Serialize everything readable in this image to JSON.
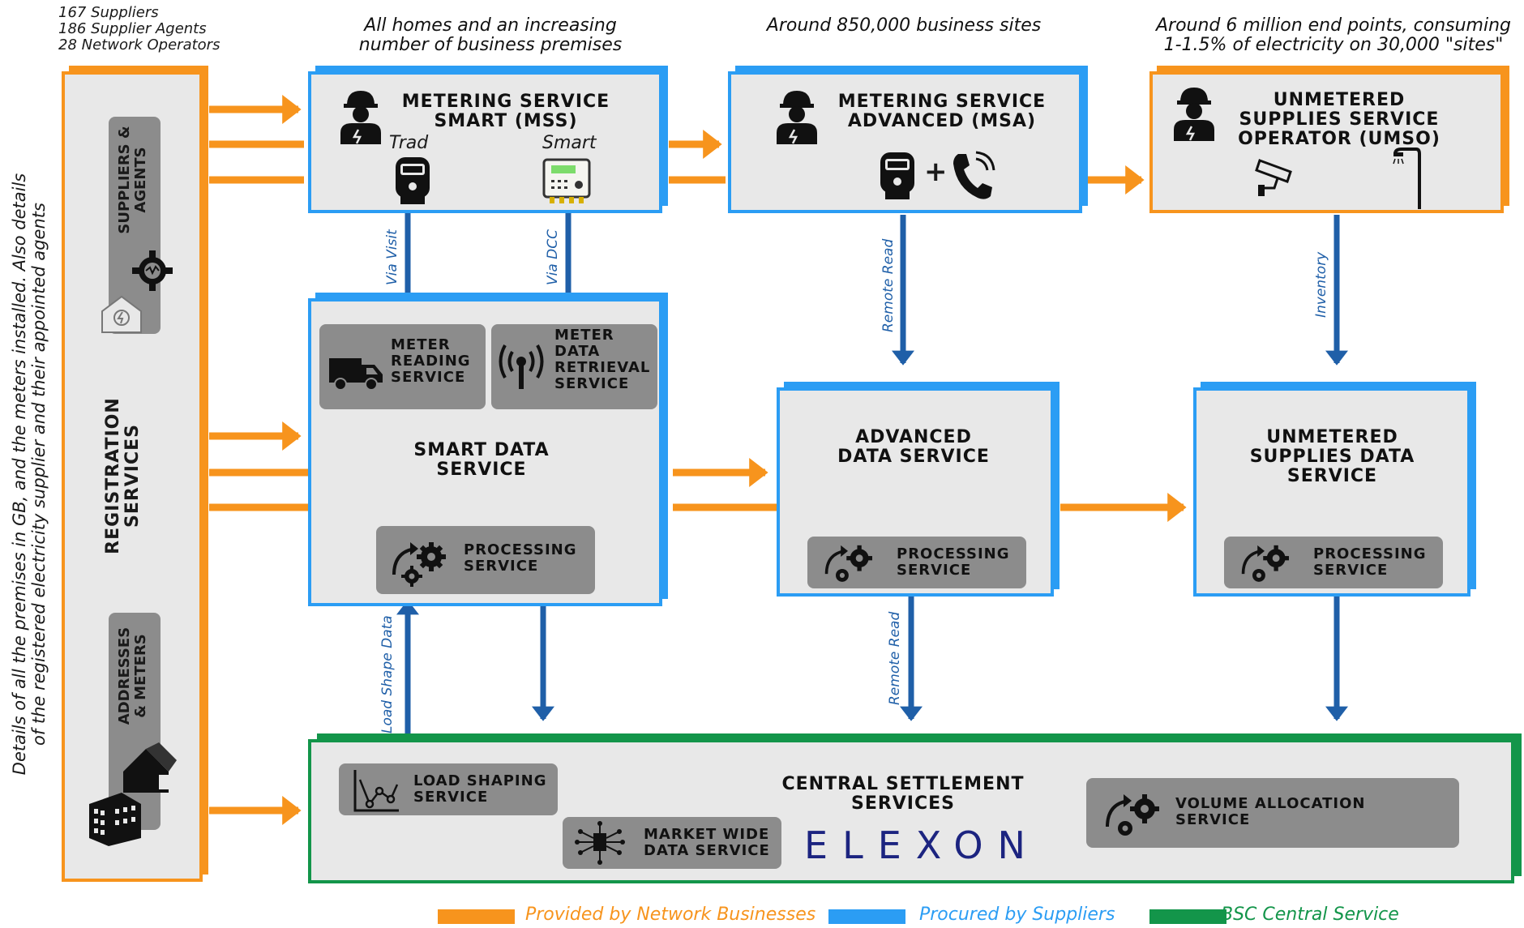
{
  "top_left_counts": [
    "167 Suppliers",
    "186 Supplier Agents",
    "28 Network Operators"
  ],
  "notes": {
    "col1": "All homes and an increasing number of business premises",
    "col2": "Around 850,000 business sites",
    "col3": "Around 6 million end points, consuming 1-1.5% of electricity on 30,000 \"sites\""
  },
  "side_note": [
    "Details of all the premises in GB, and the meters installed. Also details",
    "of the registered electricity supplier and their appointed agents"
  ],
  "registration": {
    "title": "REGISTRATION SERVICES",
    "suppliers": "SUPPLIERS & AGENTS",
    "addresses": "ADDRESSES & METERS"
  },
  "mss": {
    "title": "METERING SERVICE SMART (MSS)",
    "trad": "Trad",
    "smart": "Smart"
  },
  "msa": {
    "title": "METERING SERVICE ADVANCED (MSA)"
  },
  "umso": {
    "title": "UNMETERED SUPPLIES SERVICE OPERATOR (UMSO)"
  },
  "sds": {
    "title": "SMART DATA SERVICE",
    "meter_reading": "METER READING SERVICE",
    "meter_data_retrieval": "METER DATA RETRIEVAL SERVICE",
    "processing": "PROCESSING SERVICE"
  },
  "ads": {
    "title": "ADVANCED DATA SERVICE",
    "processing": "PROCESSING SERVICE"
  },
  "usds": {
    "title": "UNMETERED SUPPLIES DATA SERVICE",
    "processing": "PROCESSING SERVICE"
  },
  "css": {
    "title": "CENTRAL SETTLEMENT SERVICES",
    "load_shaping": "LOAD SHAPING SERVICE",
    "market_wide": "MARKET WIDE DATA SERVICE",
    "volume_allocation": "VOLUME ALLOCATION SERVICE",
    "logo": "ELEXON"
  },
  "arrow_labels": {
    "via_visit": "Via Visit",
    "via_dcc": "Via DCC",
    "remote_read_1": "Remote Read",
    "inventory": "Inventory",
    "remote_read_2": "Remote Read",
    "load_shape_data": "Load Shape Data"
  },
  "legend": [
    {
      "label": "Provided by Network Businesses",
      "color": "#f7941d"
    },
    {
      "label": "Procured by Suppliers",
      "color": "#2b9df4"
    },
    {
      "label": "BSC Central Service",
      "color": "#13954a"
    }
  ],
  "colors": {
    "orange": "#f7941d",
    "blue": "#2b9df4",
    "green": "#13954a",
    "dark_blue": "#1f5fa8"
  }
}
